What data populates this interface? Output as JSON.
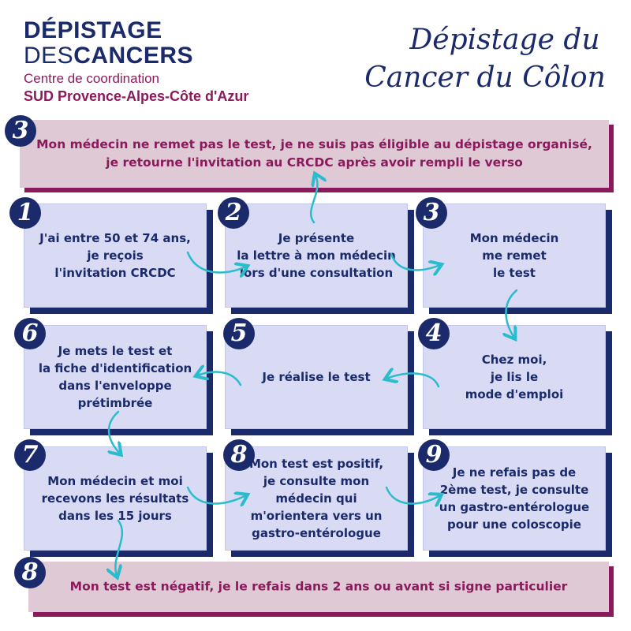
{
  "header": {
    "logo_line1": "DÉPISTAGE",
    "logo_line2_prefix": "DES",
    "logo_line2_bold": "CANCERS",
    "logo_line3": "Centre de coordination",
    "logo_line4": "SUD Provence-Alpes-Côte d'Azur",
    "title_line1": "Dépistage du",
    "title_line2": "Cancer du Côlon"
  },
  "top_banner": {
    "number": "3",
    "text": "Mon médecin ne remet pas le test, je ne suis pas éligible au dépistage organisé,\nje retourne l'invitation au CRCDC après avoir rempli le verso"
  },
  "steps": [
    {
      "number": "1",
      "text": "J'ai entre 50 et 74 ans,\nje reçois\nl'invitation CRCDC"
    },
    {
      "number": "2",
      "text": "Je présente\nla lettre à mon médecin\nlors d'une consultation"
    },
    {
      "number": "3",
      "text": "Mon médecin\nme remet\nle test"
    },
    {
      "number": "4",
      "text": "Chez moi,\nje lis le\nmode d'emploi"
    },
    {
      "number": "5",
      "text": "Je réalise le test"
    },
    {
      "number": "6",
      "text": "Je mets le test et\nla fiche d'identification\ndans l'enveloppe\nprétimbrée"
    },
    {
      "number": "7",
      "text": "Mon médecin et moi\nrecevons les résultats\ndans les 15 jours"
    },
    {
      "number": "8",
      "text": "Mon test est positif,\nje consulte mon\nmédecin qui\nm'orientera vers un\ngastro-entérologue"
    },
    {
      "number": "9",
      "text": "Je ne refais pas de\n2ème test, je consulte\nun gastro-entérologue\npour une coloscopie"
    }
  ],
  "bottom_banner": {
    "number": "8",
    "text": "Mon test est négatif, je le refais dans 2 ans ou avant si signe particulier"
  },
  "colors": {
    "navy": "#1b2a6b",
    "box_fill": "#d8dbf3",
    "banner_fill": "#dec9d4",
    "accent_purple": "#8b1a5c",
    "arrow": "#29bccc"
  }
}
